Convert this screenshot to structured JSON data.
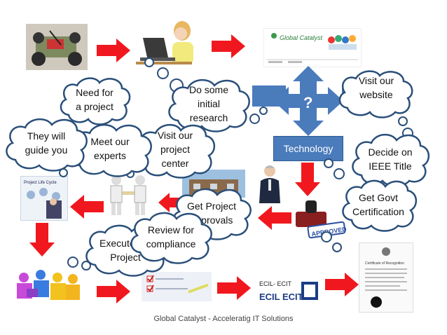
{
  "clouds": {
    "need_project": "Need for\na project",
    "initial_research": "Do some\ninitial\nresearch",
    "visit_website": "Visit our\nwebsite",
    "guide_you": "They will\nguide you",
    "meet_experts": "Meet our\nexperts",
    "project_center": "Visit our\nproject\ncenter",
    "decide_title": "Decide on\nIEEE Title",
    "govt_cert": "Get Govt\nCertification",
    "get_project": "Get Project\napprovals",
    "review": "Review for\ncompliance",
    "execute": "Execute the\nProject"
  },
  "labels": {
    "technology": "Technology",
    "question_mark": "?",
    "approved_stamp": "APPROVED",
    "website_brand": "Global Catalyst",
    "lifecycle_title": "Project Life Cycle",
    "logo_ecil": "ECIL- ECIT",
    "logo_ecil_sub": "ECIL ECIT",
    "certificate_title": "Certificate of Recognition"
  },
  "footer": "Global Catalyst - Acceleratig IT Solutions",
  "colors": {
    "arrow": "#f0181e",
    "cloud_border": "#2a4f7a",
    "technology_box": "#4a7bbb"
  }
}
